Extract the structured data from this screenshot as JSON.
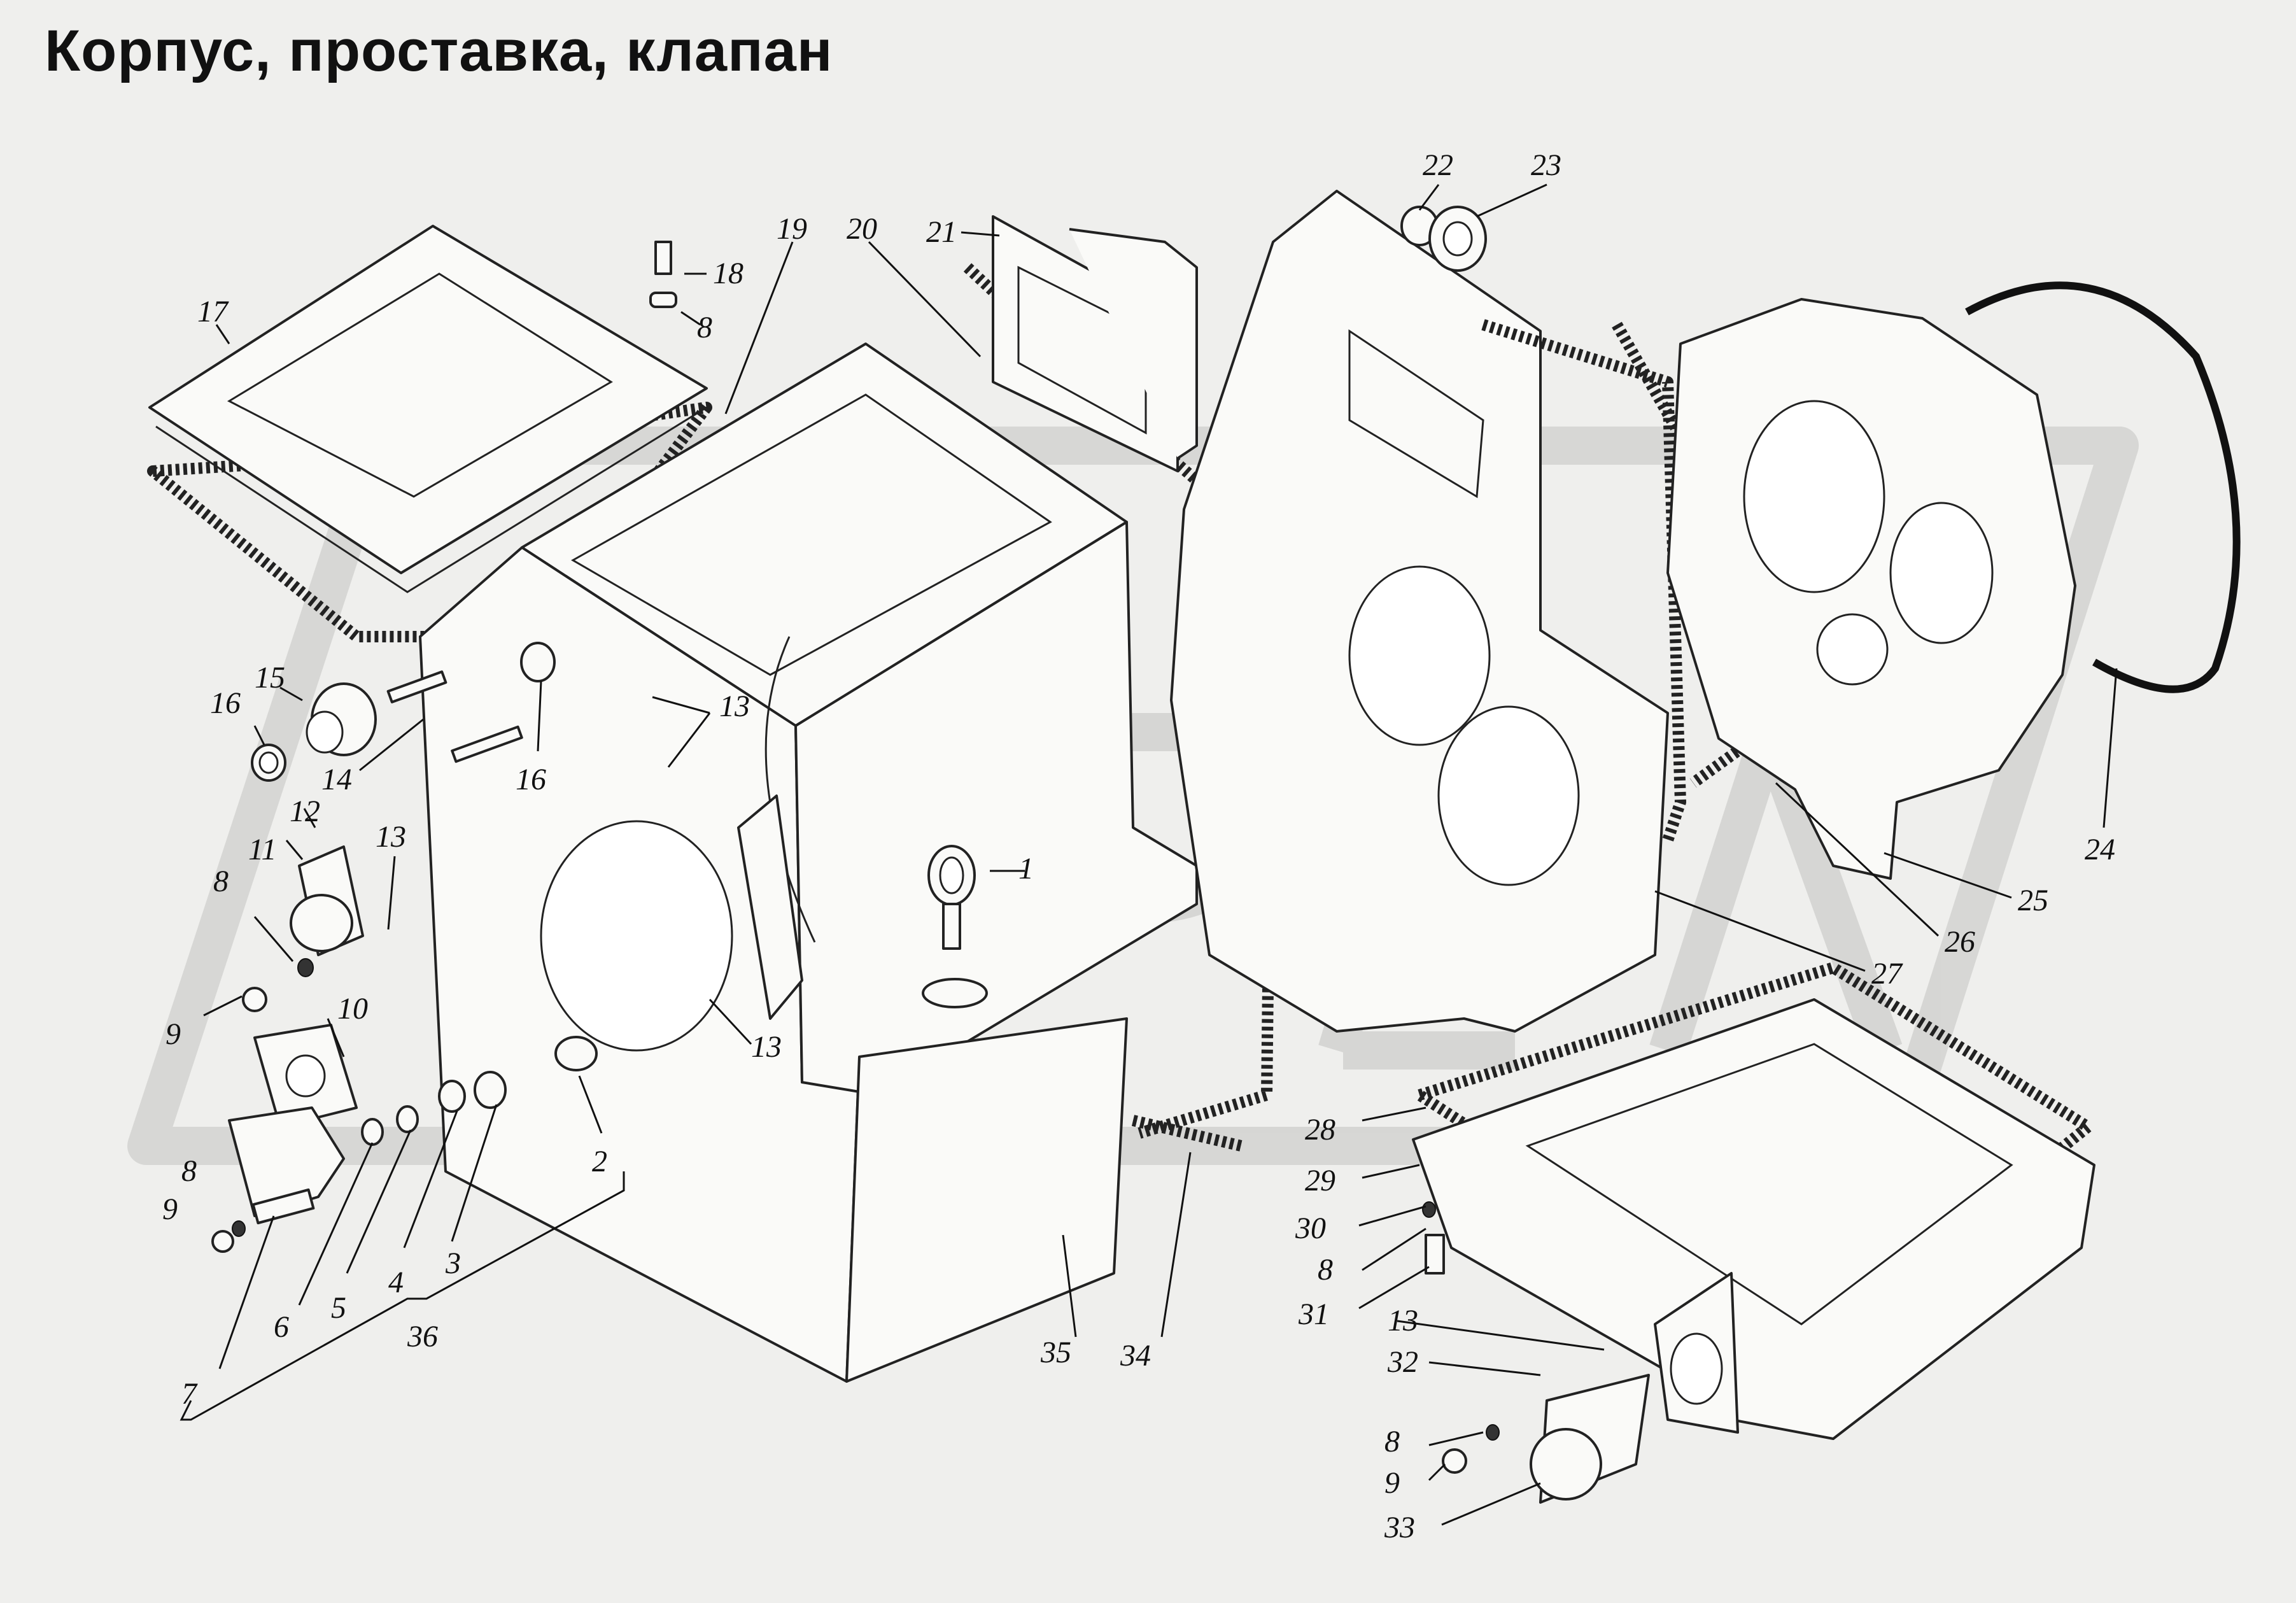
{
  "title": "Корпус, проставка, клапан",
  "callouts": [
    {
      "id": "c1",
      "text": "1"
    },
    {
      "id": "c2",
      "text": "2"
    },
    {
      "id": "c3",
      "text": "3"
    },
    {
      "id": "c4",
      "text": "4"
    },
    {
      "id": "c5",
      "text": "5"
    },
    {
      "id": "c6",
      "text": "6"
    },
    {
      "id": "c7",
      "text": "7"
    },
    {
      "id": "c8a",
      "text": "8"
    },
    {
      "id": "c8b",
      "text": "8"
    },
    {
      "id": "c8c",
      "text": "8"
    },
    {
      "id": "c8d",
      "text": "8"
    },
    {
      "id": "c8e",
      "text": "8"
    },
    {
      "id": "c9a",
      "text": "9"
    },
    {
      "id": "c9b",
      "text": "9"
    },
    {
      "id": "c9c",
      "text": "9"
    },
    {
      "id": "c10",
      "text": "10"
    },
    {
      "id": "c11",
      "text": "11"
    },
    {
      "id": "c12",
      "text": "12"
    },
    {
      "id": "c13a",
      "text": "13"
    },
    {
      "id": "c13b",
      "text": "13"
    },
    {
      "id": "c13c",
      "text": "13"
    },
    {
      "id": "c13d",
      "text": "13"
    },
    {
      "id": "c14",
      "text": "14"
    },
    {
      "id": "c15",
      "text": "15"
    },
    {
      "id": "c16a",
      "text": "16"
    },
    {
      "id": "c16b",
      "text": "16"
    },
    {
      "id": "c17",
      "text": "17"
    },
    {
      "id": "c18",
      "text": "18"
    },
    {
      "id": "c19",
      "text": "19"
    },
    {
      "id": "c20",
      "text": "20"
    },
    {
      "id": "c21",
      "text": "21"
    },
    {
      "id": "c22",
      "text": "22"
    },
    {
      "id": "c23",
      "text": "23"
    },
    {
      "id": "c24",
      "text": "24"
    },
    {
      "id": "c25",
      "text": "25"
    },
    {
      "id": "c26",
      "text": "26"
    },
    {
      "id": "c27",
      "text": "27"
    },
    {
      "id": "c28",
      "text": "28"
    },
    {
      "id": "c29",
      "text": "29"
    },
    {
      "id": "c30",
      "text": "30"
    },
    {
      "id": "c31",
      "text": "31"
    },
    {
      "id": "c32",
      "text": "32"
    },
    {
      "id": "c33",
      "text": "33"
    },
    {
      "id": "c34",
      "text": "34"
    },
    {
      "id": "c35",
      "text": "35"
    },
    {
      "id": "c36",
      "text": "36"
    }
  ],
  "colors": {
    "background": "#efefed",
    "line": "#222222",
    "watermark": "#d4d4d2"
  }
}
